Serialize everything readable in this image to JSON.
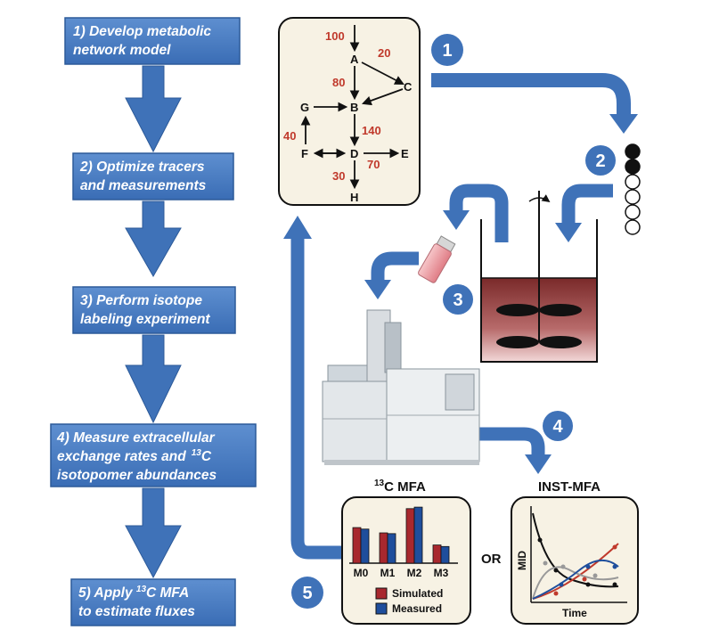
{
  "steps": [
    {
      "line1": "1) Develop metabolic",
      "line2": "network model"
    },
    {
      "line1": "2) Optimize tracers",
      "line2": "and measurements"
    },
    {
      "line1": "3) Perform isotope",
      "line2": "labeling experiment"
    },
    {
      "line1": "4) Measure extracellular",
      "line2": "exchange rates and",
      "line2_sup": "13",
      "line2_tail": "C",
      "line3": "isotopomer abundances"
    },
    {
      "line1_pre": "5) Apply ",
      "line1_sup": "13",
      "line1_post": "C MFA",
      "line2": "to estimate fluxes"
    }
  ],
  "badges": [
    "1",
    "2",
    "3",
    "4",
    "5"
  ],
  "network": {
    "nodes": [
      "A",
      "B",
      "C",
      "D",
      "E",
      "F",
      "G",
      "H"
    ],
    "fluxes": {
      "in_A": "100",
      "A_C": "20",
      "A_B": "80",
      "B_D": "140",
      "D_E": "70",
      "D_H": "30",
      "F_G": "40"
    }
  },
  "mfa_panel": {
    "title_sup": "13",
    "title_rest": "C MFA",
    "legend": [
      "Simulated",
      "Measured"
    ],
    "colors": {
      "simulated": "#a8282e",
      "measured": "#1f4e9c"
    }
  },
  "or_label": "OR",
  "inst_panel": {
    "title": "INST-MFA",
    "ylabel": "MID",
    "xlabel": "Time"
  },
  "chart_data": {
    "type": "bar",
    "categories": [
      "M0",
      "M1",
      "M2",
      "M3"
    ],
    "series": [
      {
        "name": "Simulated",
        "values": [
          0.47,
          0.4,
          0.72,
          0.24
        ]
      },
      {
        "name": "Measured",
        "values": [
          0.45,
          0.39,
          0.74,
          0.22
        ]
      }
    ],
    "ylim": [
      0,
      0.8
    ],
    "legend": "bottom-right"
  }
}
